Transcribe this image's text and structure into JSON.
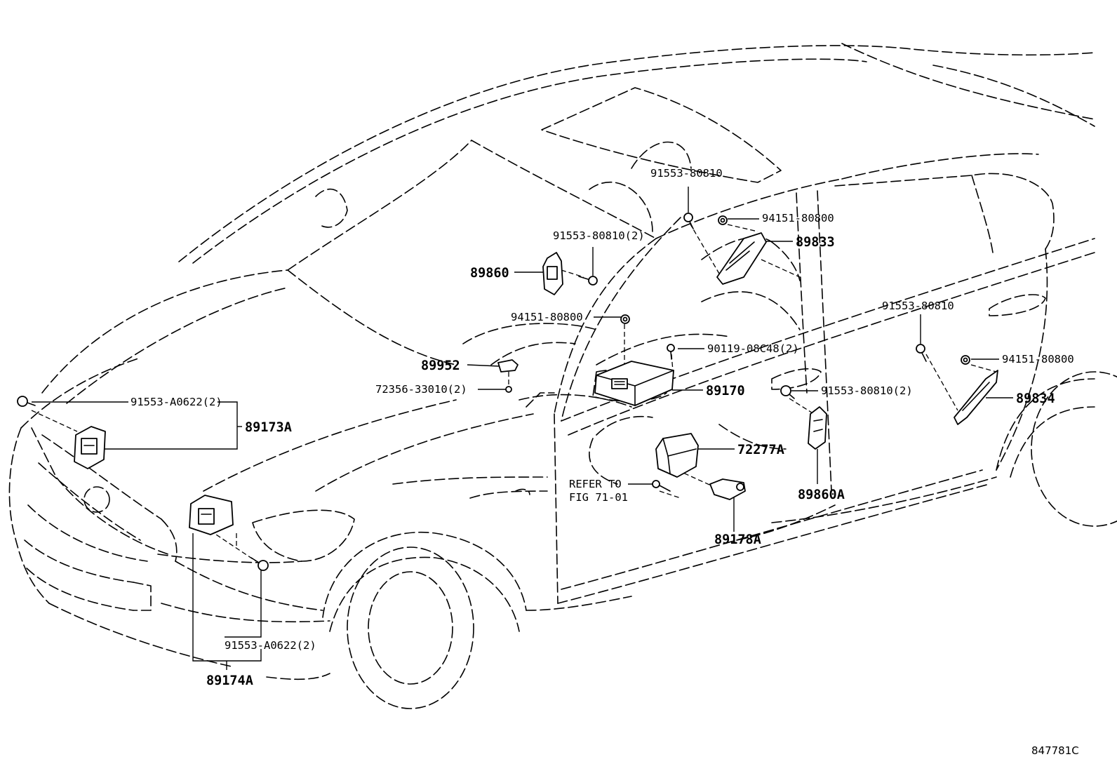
{
  "figure_id": "847781C",
  "labels": {
    "p91553_80810_top": "91553-80810",
    "p94151_80800_top": "94151-80800",
    "p89833": "89833",
    "p91553_80810_2_mid": "91553-80810(2)",
    "p89860": "89860",
    "p94151_80800_mid": "94151-80800",
    "p91553_80810_right": "91553-80810",
    "p90119_08C48_2": "90119-08C48(2)",
    "p94151_80800_right": "94151-80800",
    "p89952": "89952",
    "p72356_33010_2": "72356-33010(2)",
    "p89170": "89170",
    "p91553_80810_2_right": "91553-80810(2)",
    "p89834": "89834",
    "p91553_A0622_2_top": "91553-A0622(2)",
    "p89173A": "89173A",
    "p72277A": "72277A",
    "refer_line1": "REFER TO",
    "refer_line2": "FIG 71-01",
    "p89860A": "89860A",
    "p89178A": "89178A",
    "p91553_A0622_2_bottom": "91553-A0622(2)",
    "p89174A": "89174A"
  },
  "icons": [
    "bolt-icon",
    "nut-icon",
    "clip-icon",
    "sensor-icon",
    "bracket-icon",
    "ecu-icon"
  ]
}
